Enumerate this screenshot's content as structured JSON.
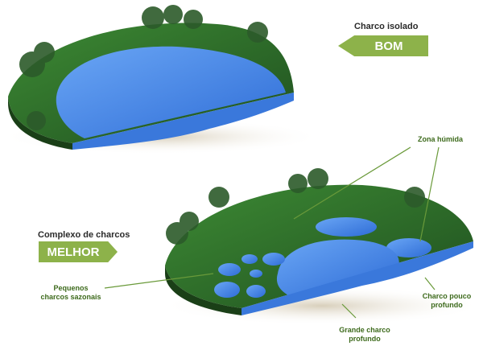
{
  "top_diagram": {
    "title": "Charco isolado",
    "rating": "BOM",
    "rating_color": "#8db24a"
  },
  "bottom_diagram": {
    "title": "Complexo de charcos",
    "rating": "MELHOR",
    "rating_color": "#8db24a",
    "annotations": {
      "wetland": "Zona húmida",
      "seasonal_ponds": "Pequenos charcos sazonais",
      "shallow_pond": "Charco pouco profundo",
      "deep_pond": "Grande charco profundo"
    }
  },
  "colors": {
    "grass": "#2f6b2a",
    "grass_dark": "#1f4f1f",
    "water": "#3f7fe0",
    "water_light": "#6aa6f5",
    "ground": "#e8e2d4",
    "annotation_text": "#3d6a1c"
  }
}
